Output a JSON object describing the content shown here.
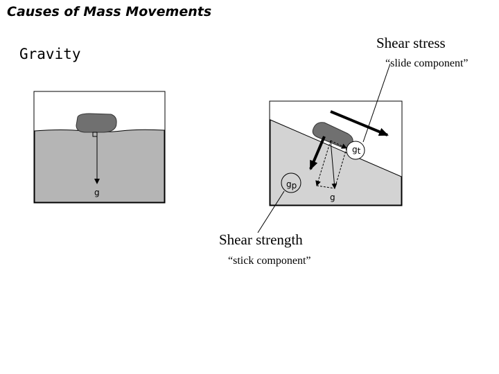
{
  "title": "Causes of Mass Movements",
  "subtitle": "Gravity",
  "shear_stress": {
    "label": "Shear stress",
    "note": "“slide component”"
  },
  "shear_strength": {
    "label": "Shear strength",
    "note": "“stick component”"
  },
  "panel_flat": {
    "vector_label": "g"
  },
  "panel_slope": {
    "vector_label": "g",
    "tangential_label": "g",
    "tangential_sub": "t",
    "perpendicular_label": "g",
    "perpendicular_sub": "p"
  },
  "colors": {
    "ground": "#b5b5b5",
    "slope": "#d3d3d3",
    "rock": "#707070",
    "line": "#000000"
  }
}
